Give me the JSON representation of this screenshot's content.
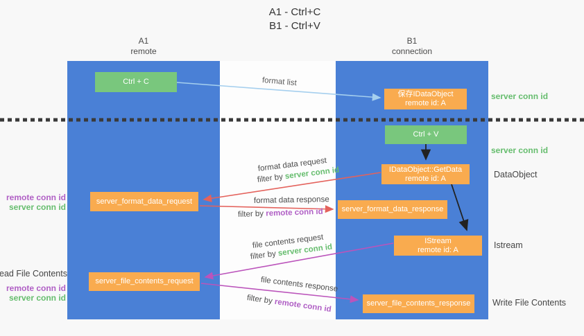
{
  "title": {
    "line1": "A1 - Ctrl+C",
    "line2": "B1 - Ctrl+V"
  },
  "columns": {
    "a1": {
      "name": "A1",
      "subtitle": "remote"
    },
    "b1": {
      "name": "B1",
      "subtitle": "connection"
    }
  },
  "nodes": {
    "ctrl_c": {
      "label": "Ctrl + C"
    },
    "save_dataobject": {
      "line1": "保存IDataObject",
      "line2": "remote id: A"
    },
    "ctrl_v": {
      "label": "Ctrl + V"
    },
    "getdata": {
      "line1": "IDataObject::GetData",
      "line2": "remote id: A"
    },
    "istream": {
      "line1": "IStream",
      "line2": "remote id: A"
    },
    "format_request": {
      "label": "server_format_data_request"
    },
    "format_response": {
      "label": "server_format_data_response"
    },
    "file_request": {
      "label": "server_file_contents_request"
    },
    "file_response": {
      "label": "server_file_contents_response"
    }
  },
  "flow_labels": {
    "format_list": "format list",
    "format_data_request": "format data request",
    "format_data_response": "format data response",
    "file_contents_request": "file contents request",
    "file_contents_response": "file contents response",
    "filter_by": "filter by ",
    "server_conn_id": "server conn id",
    "remote_conn_id": "remote conn id"
  },
  "side_labels": {
    "right_server_conn_id_top": "server conn id",
    "right_server_conn_id_mid": "server conn id",
    "right_dataobject": "DataObject",
    "right_istream": "Istream",
    "right_write_file_contents": "Write File Contents",
    "left_remote_conn_id_top": "remote conn id",
    "left_server_conn_id_top": "server conn id",
    "left_read_file_contents": "Read File Contents",
    "left_remote_conn_id_bottom": "remote conn id",
    "left_server_conn_id_bottom": "server conn id"
  },
  "colors": {
    "lane_blue": "#4a80d6",
    "box_orange": "#f9ab4f",
    "box_green": "#79c77d",
    "arrow_lightblue": "#a5cfee",
    "arrow_red": "#e4625c",
    "arrow_magenta": "#bb54bb",
    "arrow_black": "#222222",
    "label_green": "#66bd6e",
    "label_purple": "#b05fc5",
    "separator": "#3a3a3a"
  }
}
